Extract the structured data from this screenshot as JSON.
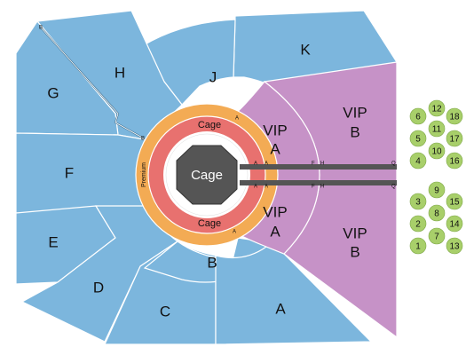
{
  "sections": {
    "A": "A",
    "B": "B",
    "C": "C",
    "D": "D",
    "E": "E",
    "F": "F",
    "G": "G",
    "H": "H",
    "J": "J",
    "K": "K"
  },
  "vip": {
    "a_label": "VIP",
    "a_sub": "A",
    "b_label": "VIP",
    "b_sub": "B"
  },
  "rings": {
    "cage_top": "Cage",
    "cage_bottom": "Cage",
    "cage_center": "Cage",
    "premium": "Premium"
  },
  "markers": {
    "a": "A",
    "b": "B",
    "f": "F",
    "h": "H",
    "q": "Q"
  },
  "tables": [
    "1",
    "2",
    "3",
    "4",
    "5",
    "6",
    "7",
    "8",
    "9",
    "10",
    "11",
    "12",
    "13",
    "14",
    "15",
    "16",
    "17",
    "18"
  ],
  "colors": {
    "seating": "#7cb6dd",
    "vip": "#c692c7",
    "premium_ring": "#f3ab54",
    "cage_ring": "#e8716f",
    "cage": "#555555",
    "tables": "#a8cf6a"
  }
}
